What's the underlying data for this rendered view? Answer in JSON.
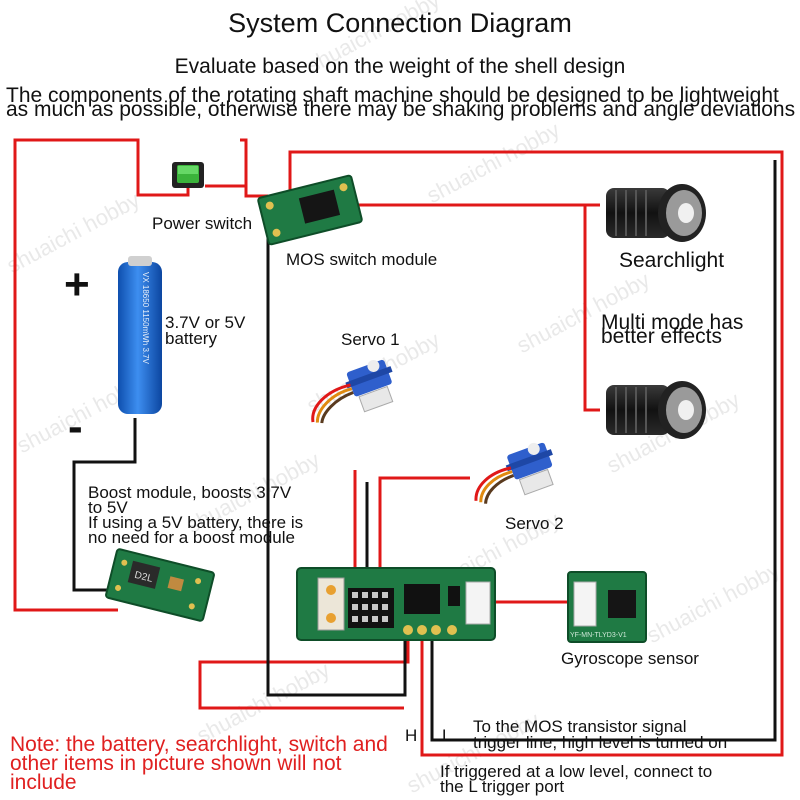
{
  "title": "System Connection Diagram",
  "subtitle": "Evaluate based on the weight of the shell design",
  "warning": "The components of the rotating shaft machine should be designed to be lightweight as much as possible, otherwise there may be shaking problems and angle deviations",
  "labels": {
    "power_switch": "Power switch",
    "mos_module": "MOS switch module",
    "searchlight": "Searchlight",
    "multi_mode_1": "Multi mode has",
    "multi_mode_2": "better effects",
    "battery_1": "3.7V or 5V",
    "battery_2": "battery",
    "battery_print": "VX 18650 1150mWh 3.7V",
    "plus": "+",
    "minus": "-",
    "servo1": "Servo 1",
    "servo2": "Servo 2",
    "boost_1": "Boost module, boosts 3.7V",
    "boost_2": "to 5V",
    "boost_3": "If using a 5V battery, there is",
    "boost_4": "no need for a boost module",
    "boost_chip": "D2L",
    "gyro": "Gyroscope sensor",
    "gyro_print": "YF-MN-TLYD3-V1",
    "h": "H",
    "l": "L",
    "mos_note_1": "To the MOS transistor signal",
    "mos_note_2": "trigger line, high level is turned on",
    "low_note_1": "If triggered at a low level, connect to",
    "low_note_2": "the L trigger port",
    "note": "Note: the battery, searchlight, switch and other items in picture shown will not include",
    "watermark": "shuaichi hobby"
  },
  "colors": {
    "wire_red": "#e01818",
    "wire_black": "#111111",
    "pcb_green": "#1f7a44",
    "battery_blue": "#1e6fd9",
    "note_red": "#e02020"
  }
}
